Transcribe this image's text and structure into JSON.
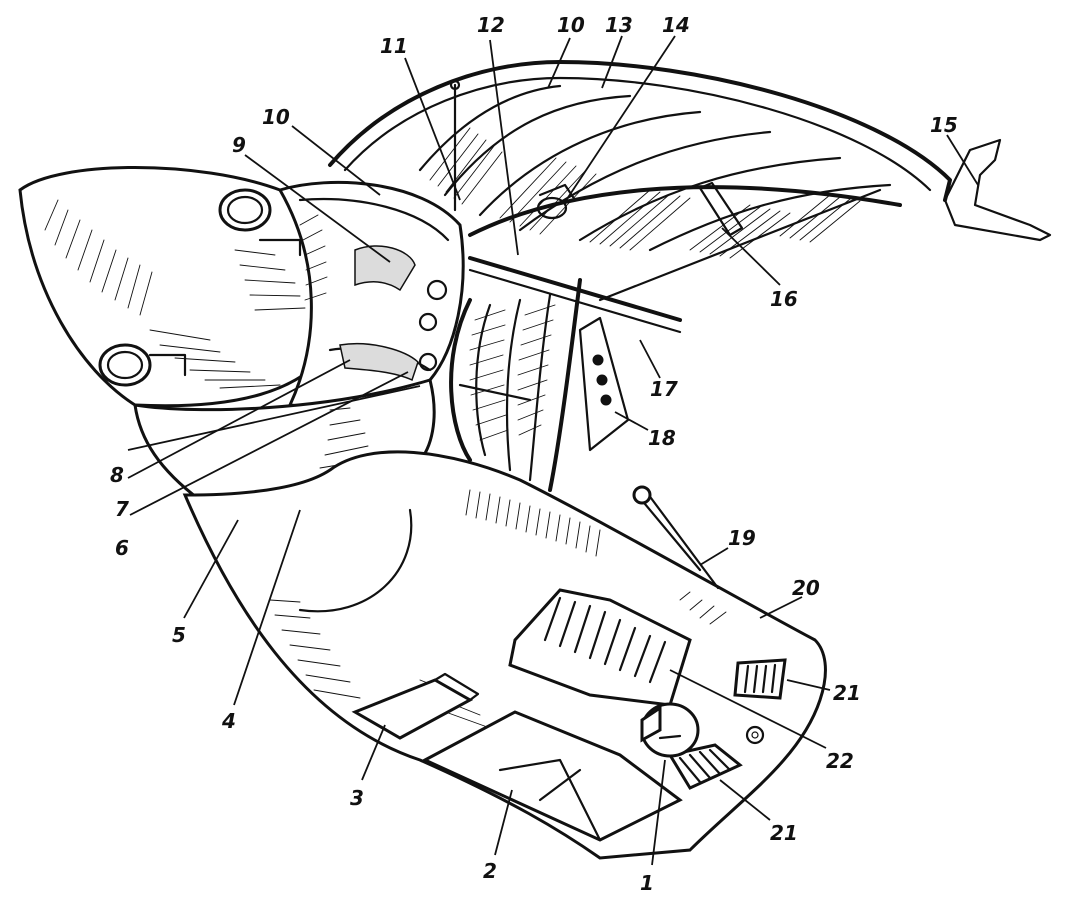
{
  "figure": {
    "callouts": [
      {
        "id": "c1",
        "text": "1"
      },
      {
        "id": "c2",
        "text": "2"
      },
      {
        "id": "c3",
        "text": "3"
      },
      {
        "id": "c4",
        "text": "4"
      },
      {
        "id": "c5",
        "text": "5"
      },
      {
        "id": "c6",
        "text": "6"
      },
      {
        "id": "c7",
        "text": "7"
      },
      {
        "id": "c8",
        "text": "8"
      },
      {
        "id": "c9",
        "text": "9"
      },
      {
        "id": "c10a",
        "text": "10"
      },
      {
        "id": "c10b",
        "text": "10"
      },
      {
        "id": "c11",
        "text": "11"
      },
      {
        "id": "c12",
        "text": "12"
      },
      {
        "id": "c13",
        "text": "13"
      },
      {
        "id": "c14",
        "text": "14"
      },
      {
        "id": "c15",
        "text": "15"
      },
      {
        "id": "c16",
        "text": "16"
      },
      {
        "id": "c17",
        "text": "17"
      },
      {
        "id": "c18",
        "text": "18"
      },
      {
        "id": "c19",
        "text": "19"
      },
      {
        "id": "c20",
        "text": "20"
      },
      {
        "id": "c21a",
        "text": "21"
      },
      {
        "id": "c21b",
        "text": "21"
      },
      {
        "id": "c22",
        "text": "22"
      }
    ]
  }
}
